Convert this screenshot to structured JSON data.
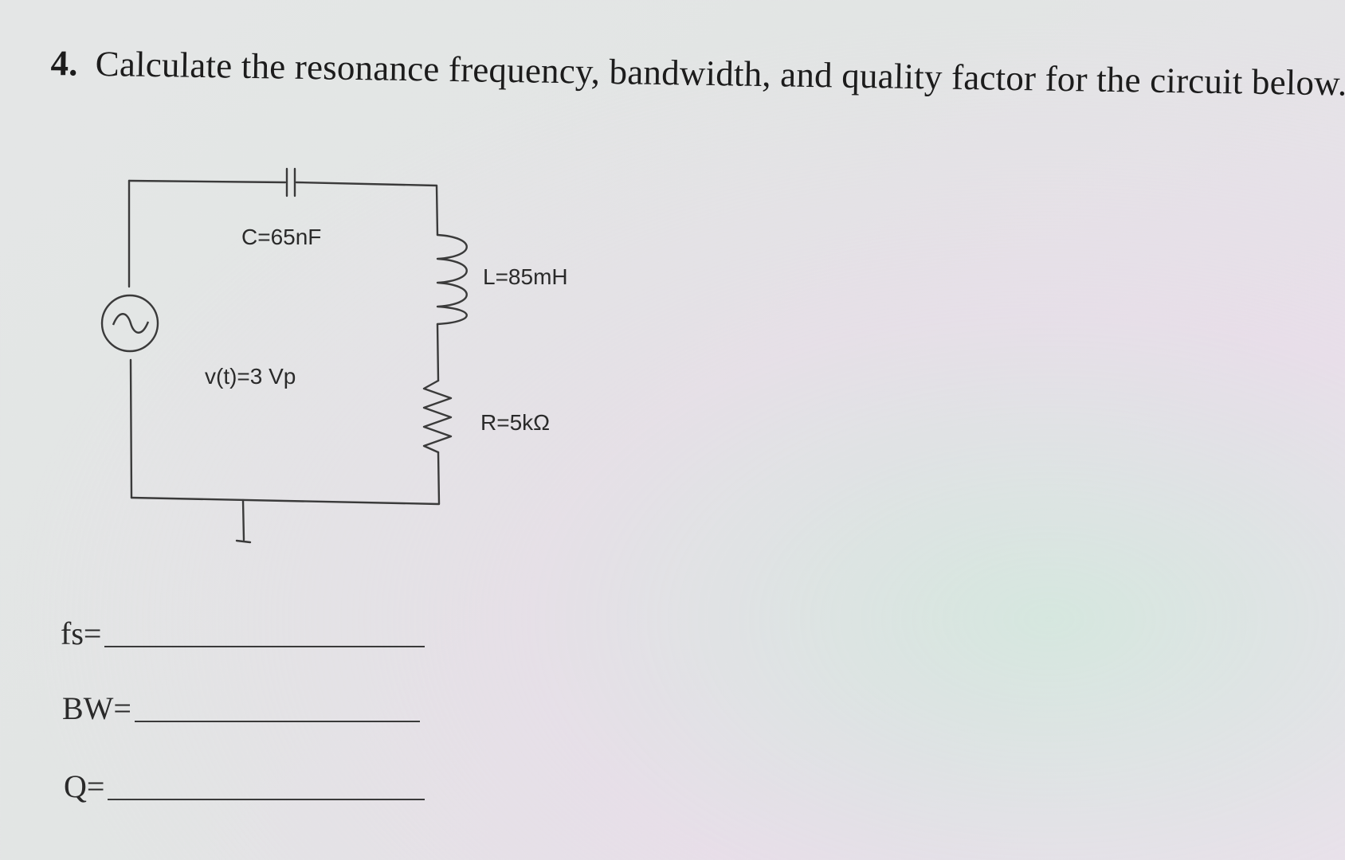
{
  "question": {
    "number": "4.",
    "text": "Calculate the resonance frequency, bandwidth, and quality factor for the circuit below."
  },
  "circuit": {
    "capacitor_label": "C=65nF",
    "inductor_label": "L=85mH",
    "resistor_label": "R=5kΩ",
    "source_label": "v(t)=3 Vp"
  },
  "answers": {
    "fs_label": "fs=",
    "bw_label": "BW=",
    "q_label": "Q="
  }
}
